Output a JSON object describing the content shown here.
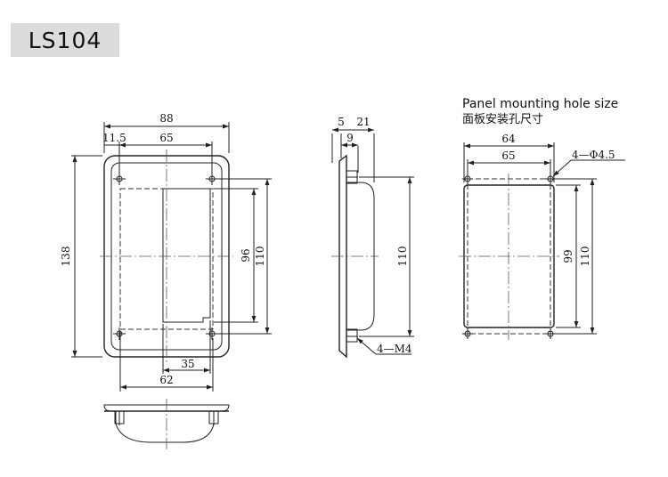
{
  "header": {
    "model": "LS104"
  },
  "panel_section": {
    "title": "Panel mounting hole size",
    "title_cn": "面板安装孔尺寸"
  },
  "front_view": {
    "dims": {
      "width_total": "88",
      "width_hole": "65",
      "offset": "11.5",
      "height_total": "138",
      "height_inner": "96",
      "height_hole": "110",
      "bottom_inner": "35",
      "bottom_outer": "62"
    }
  },
  "side_view": {
    "dims": {
      "flange": "5",
      "depth": "21",
      "stud": "9",
      "height": "110",
      "thread": "4—M4"
    }
  },
  "panel_view": {
    "dims": {
      "width_cut": "64",
      "width_hole": "65",
      "hole": "4—Φ4.5",
      "height_cut": "99",
      "height_hole": "110"
    }
  }
}
